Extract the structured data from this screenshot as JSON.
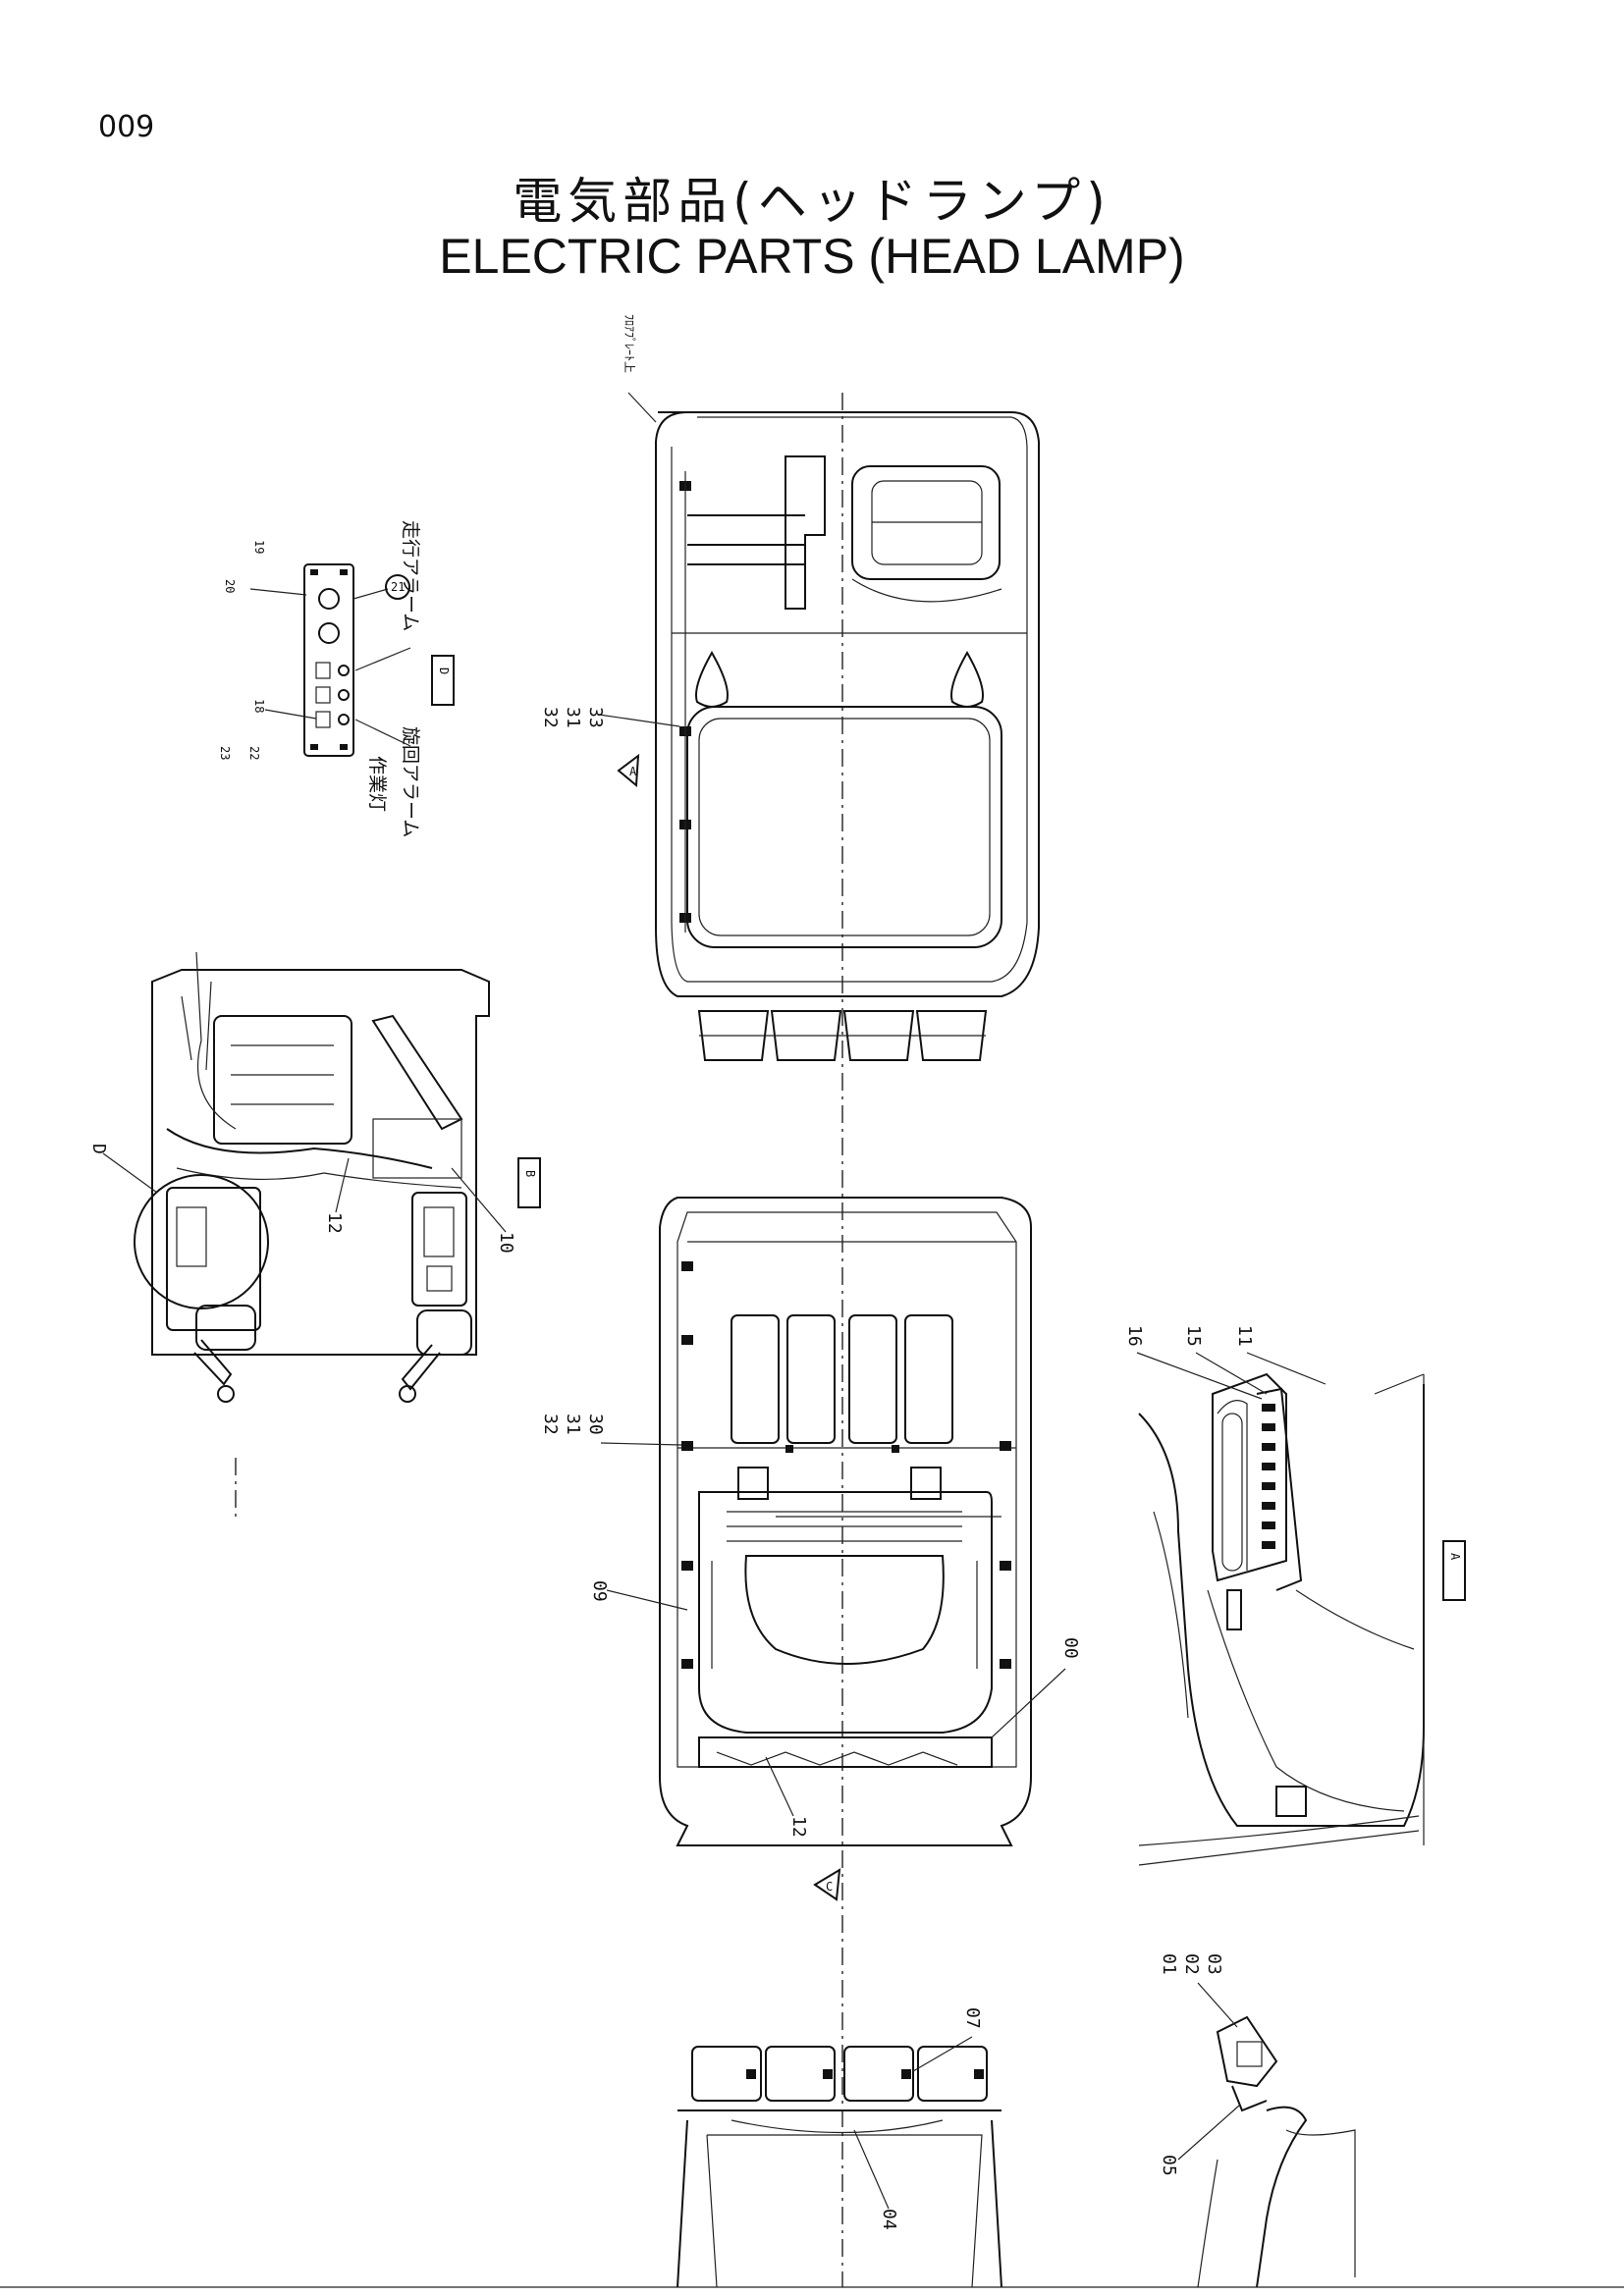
{
  "page_number": "009",
  "title_jp": "電気部品(ヘッドランプ)",
  "title_en": "ELECTRIC PARTS (HEAD LAMP)",
  "side_note_jp": "ﾌﾛｱﾌﾟﾚｰﾄ上",
  "views": {
    "a_tag": "A",
    "b_tag": "B",
    "c_tag": "C"
  },
  "switch_panel": {
    "jp_travel_alarm": "走行アラーム",
    "jp_swing_alarm": "旋回アラーム",
    "jp_work_light": "作業灯",
    "circled": "21",
    "numbers": {
      "n19": "19",
      "n20": "20",
      "n18": "18",
      "n23": "23",
      "n22": "22"
    }
  },
  "callouts": {
    "top_32": "32",
    "top_31": "31",
    "top_33": "33",
    "mid_32": "32",
    "mid_31": "31",
    "mid_30": "30",
    "left_10": "10",
    "left_12": "12",
    "left_circle": "D",
    "n09": "09",
    "n00": "00",
    "n12": "12",
    "n16": "16",
    "n15": "15",
    "n11": "11",
    "n01": "01",
    "n02": "02",
    "n03": "03",
    "n05": "05",
    "n04": "04",
    "n07": "07"
  }
}
